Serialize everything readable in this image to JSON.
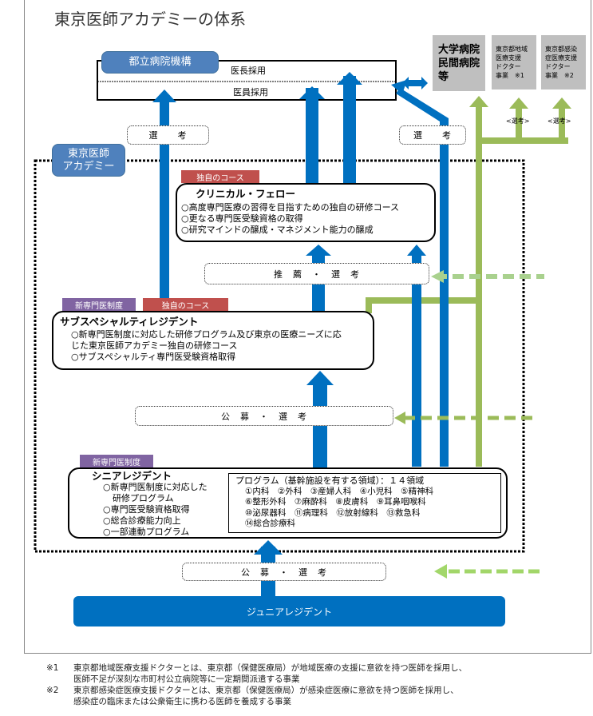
{
  "title": "東京医師アカデミーの体系",
  "top_org": {
    "label": "都立病院機構",
    "hire_rows": [
      "医長採用",
      "医員採用"
    ]
  },
  "external": {
    "hospitals": "大学病院\n民間病院\n等",
    "program1": "東京都地域\n医療支援\nドクター\n事業　※1",
    "program2": "東京都感染\n症医療支援\nドクター\n事業　※2",
    "select_small": [
      "<選考>",
      "<選考>"
    ]
  },
  "selection": {
    "left": "選　　考",
    "right": "選　　考",
    "recommend": "推　薦　・　選　考",
    "public_mid": "公　募　・　選　考",
    "public_bottom": "公　募　・　選　考"
  },
  "academy": {
    "label": "東京医師\nアカデミー"
  },
  "tags": {
    "original_course": "独自のコース",
    "new_specialist": "新専門医制度"
  },
  "clinical_fellow": {
    "title": "クリニカル・フェロー",
    "items": [
      "○高度専門医療の習得を目指すための独自の研修コース",
      "○更なる専門医受験資格の取得",
      "○研究マインドの醸成・マネジメント能力の醸成"
    ]
  },
  "subspecialty": {
    "title": "サブスペシャルティレジデント",
    "items": [
      "○新専門医制度に対応した研修プログラム及び東京の医療ニーズに応",
      "じた東京医師アカデミー独自の研修コース",
      "○サブスペシャルティ専門医受験資格取得"
    ]
  },
  "senior": {
    "title": "シニアレジデント",
    "items": [
      "○新専門医制度に対応した",
      "研修プログラム",
      "○専門医受験資格取得",
      "○総合診療能力向上",
      "○一部連動プログラム"
    ],
    "program_title": "プログラム（基幹施設を有する領域）：１４領域",
    "program_rows": [
      "①内科　②外科　③産婦人科　④小児科　⑤精神科",
      "⑥整形外科　⑦麻酔科　⑧皮膚科　⑨耳鼻咽喉科",
      "⑩泌尿器科　⑪病理科　⑫放射線科　⑬救急科",
      "⑭総合診療科"
    ]
  },
  "junior": {
    "label": "ジュニアレジデント"
  },
  "footnotes": [
    {
      "mark": "※1",
      "lines": [
        "東京都地域医療支援ドクターとは、東京都（保健医療局）が地域医療の支援に意欲を持つ医師を採用し、",
        "医師不足が深刻な市町村公立病院等に一定期間派遣する事業"
      ]
    },
    {
      "mark": "※2",
      "lines": [
        "東京都感染症医療支援ドクターとは、東京都（保健医療局）が感染症医療に意欲を持つ医師を採用し、",
        "感染症の臨床または公衆衛生に携わる医師を養成する事業"
      ]
    }
  ],
  "colors": {
    "blue_arrow": "#0070c0",
    "green": "#9bbb59",
    "green_dash": "#a9d18e",
    "org_blue": "#4f81bd",
    "red_tag": "#c0504d",
    "purple_tag": "#8064a2",
    "gray_box": "#bfbfbf"
  }
}
